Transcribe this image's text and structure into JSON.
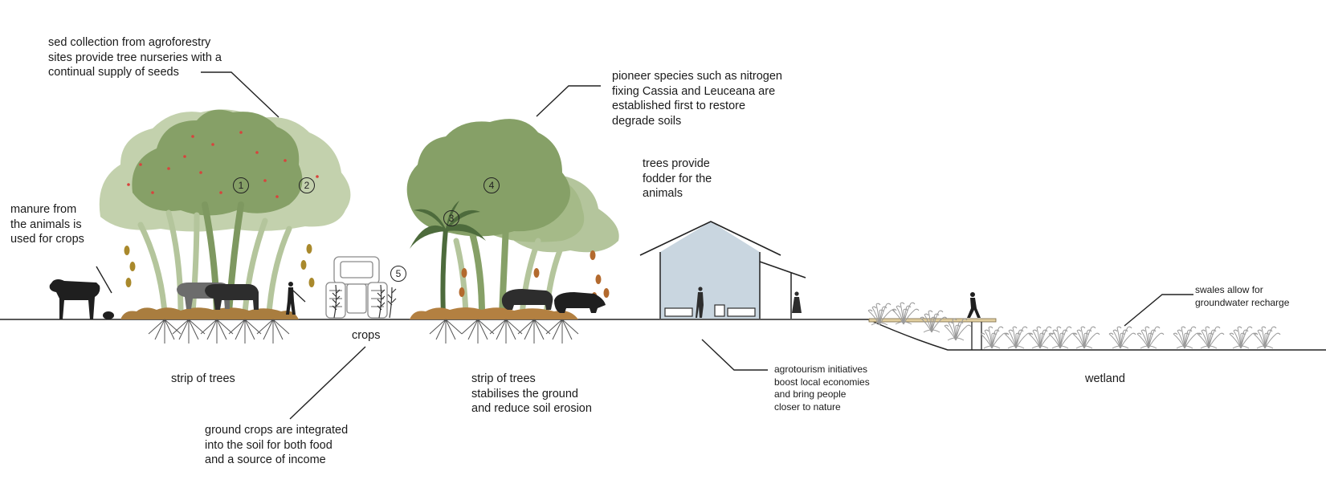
{
  "annotations": {
    "seed_collection": "sed collection from agroforestry\nsites provide tree nurseries with a\ncontinual supply of seeds",
    "pioneer_species": "pioneer species such as nitrogen\nfixing Cassia and Leuceana are\nestablished first to restore\ndegrade soils",
    "fodder": "trees provide\nfodder for the\nanimals",
    "manure": "manure from\nthe animals is\nused for crops",
    "swales": "swales allow for\ngroundwater recharge",
    "crops": "crops",
    "strip_of_trees_1": "strip of trees",
    "strip_of_trees_2": "strip of trees\nstabilises the ground\nand reduce soil erosion",
    "ground_crops": "ground crops are integrated\ninto the soil for both food\nand a source of income",
    "agrotourism": "agrotourism initiatives\nboost local economies\nand bring people\ncloser to nature",
    "wetland": "wetland"
  },
  "markers": [
    "1",
    "2",
    "3",
    "4",
    "5"
  ],
  "colors": {
    "tree_dark": "#86a067",
    "tree_mid": "#a5ba88",
    "tree_light": "#c3d1ad",
    "fruit": "#d8433c",
    "leaf": "#a9892c",
    "leaf_brown": "#b36a2e",
    "mulch": "#a97d3f",
    "barn": "#c9d6e0",
    "animal": "#1f1f1f",
    "line": "#222222",
    "wetland_plant": "#9a9a9a",
    "boardwalk": "#e2cfa0"
  }
}
